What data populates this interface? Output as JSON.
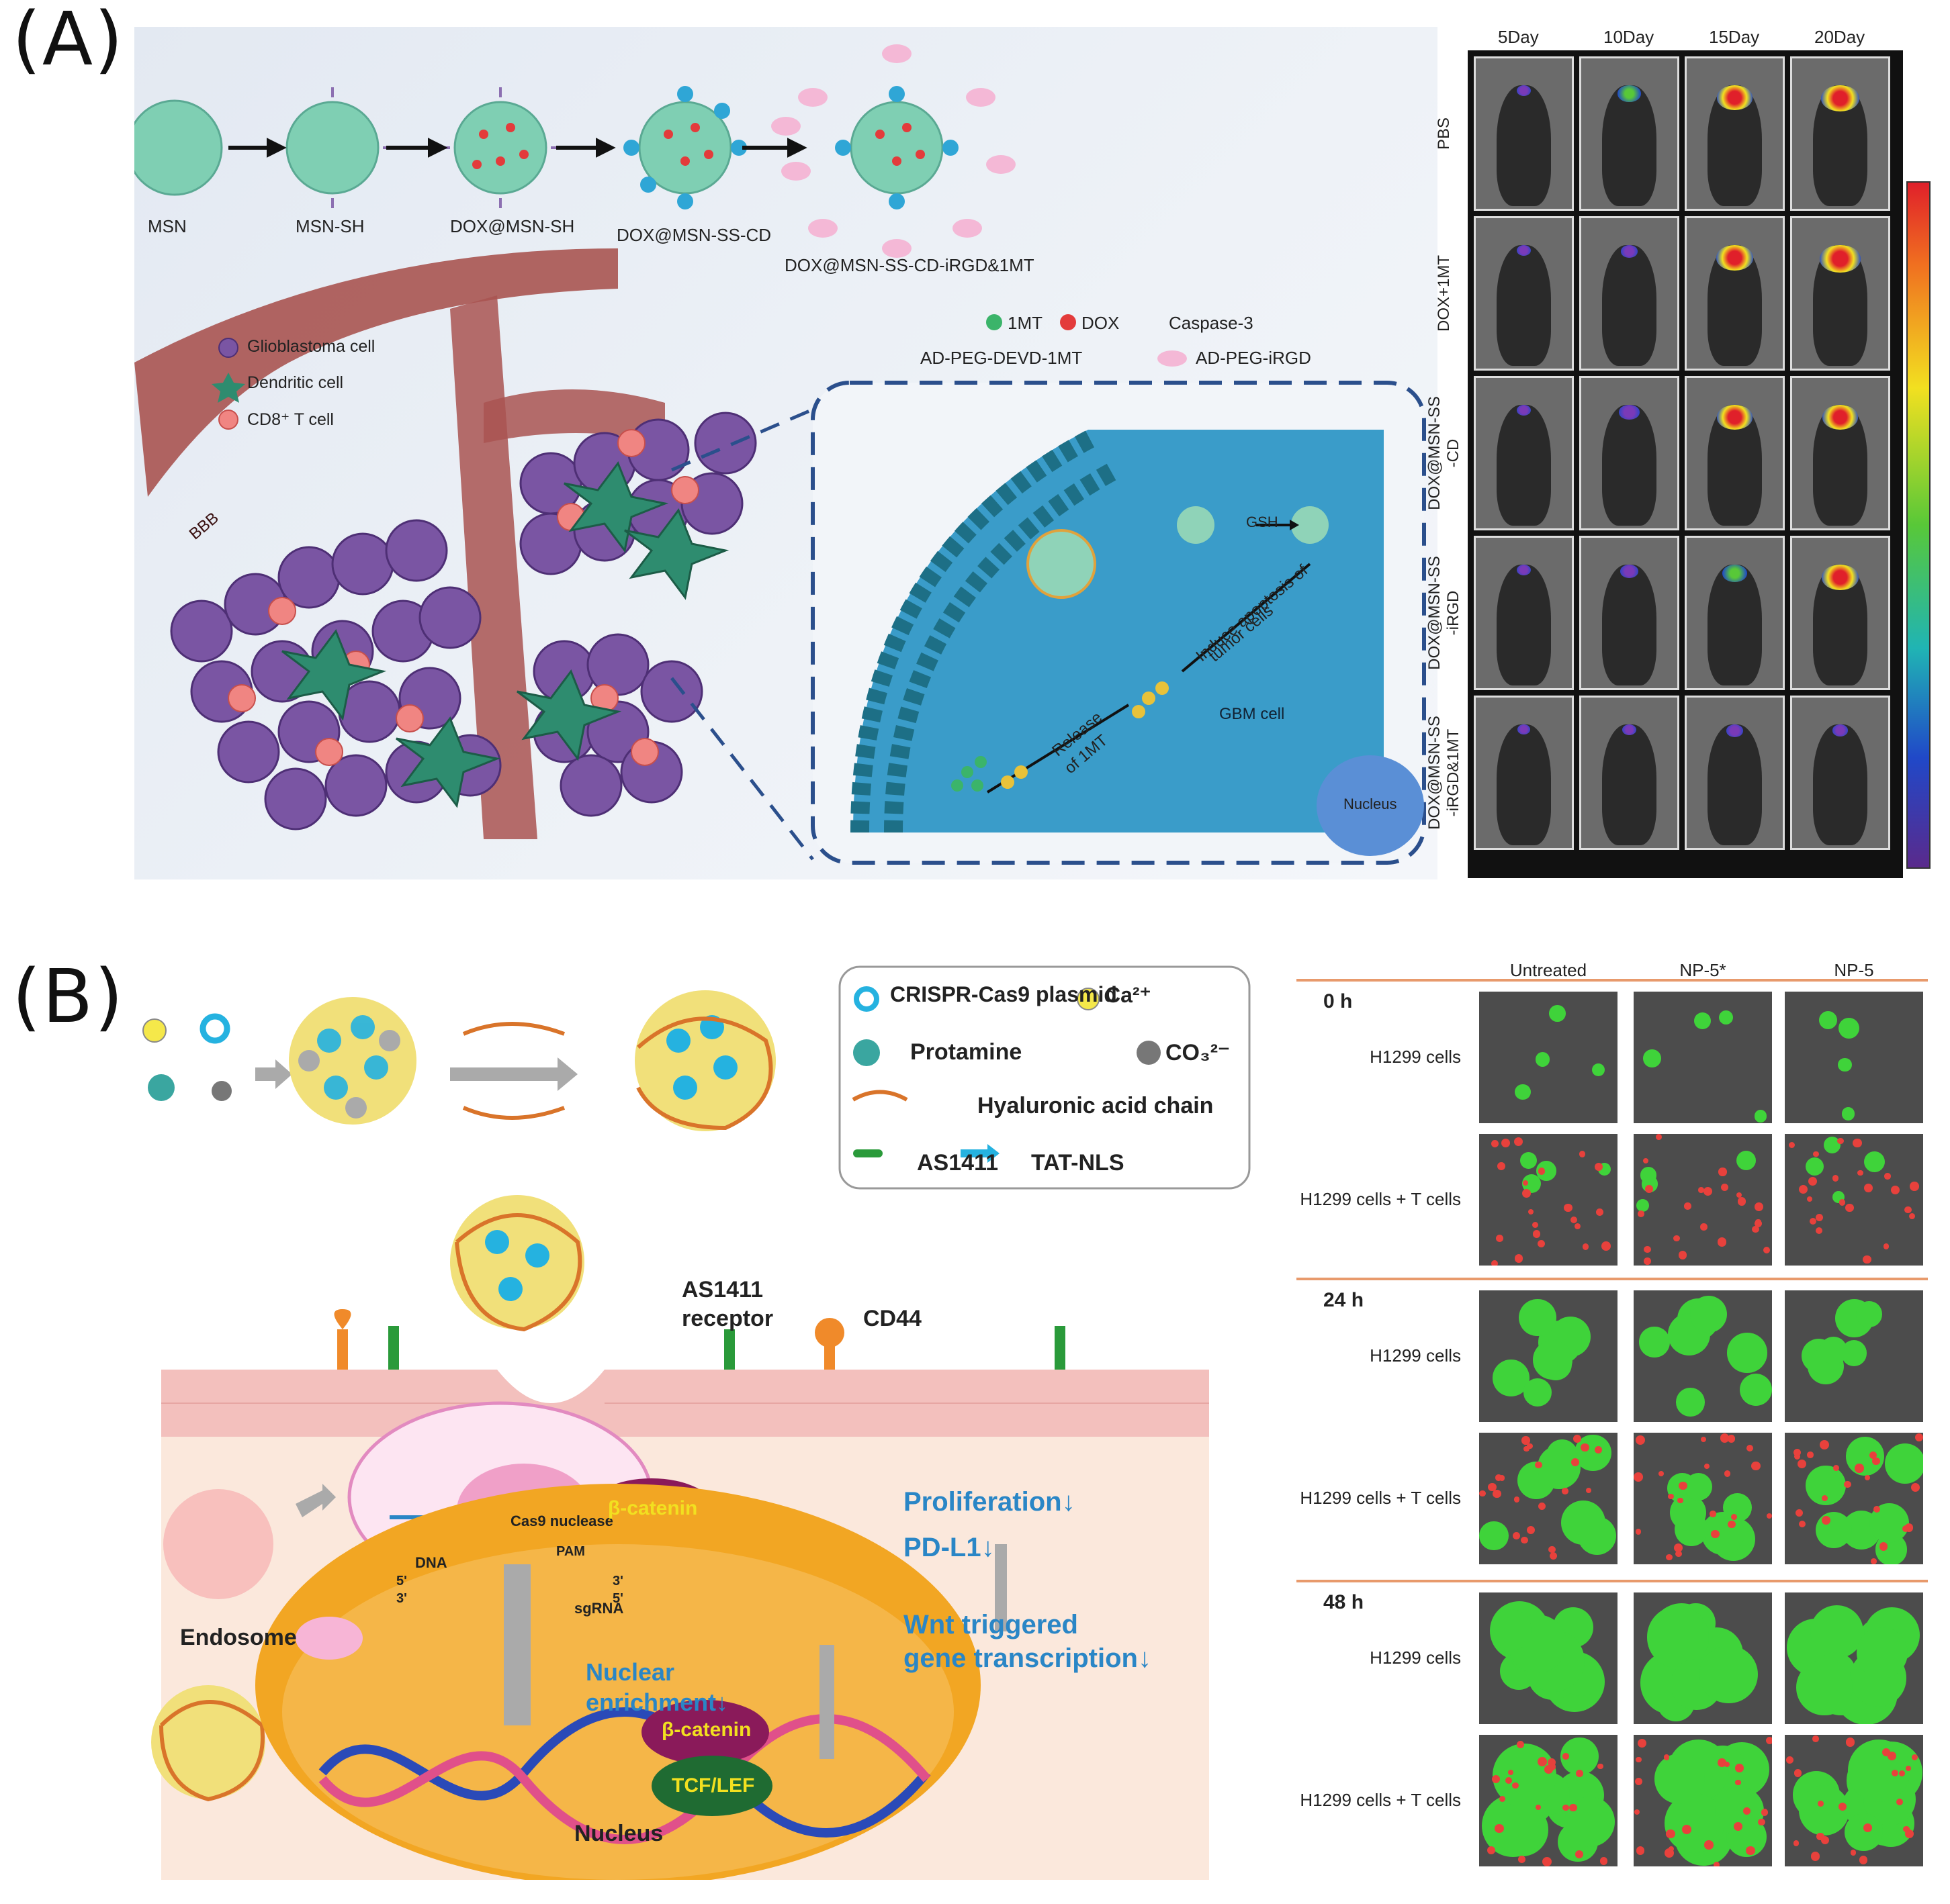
{
  "panels": {
    "a": {
      "letter": "(A)",
      "synthesis": [
        "MSN",
        "MSN-SH",
        "DOX@MSN-SH",
        "DOX@MSN-SS-CD",
        "DOX@MSN-SS-CD-iRGD&1MT"
      ],
      "legend_cells": [
        "Glioblastoma cell",
        "Dendritic cell",
        "CD8⁺ T cell"
      ],
      "legend_mol": {
        "one_mt": "1MT",
        "dox": "DOX",
        "caspase": "Caspase-3",
        "devd": "AD-PEG-DEVD-1MT",
        "irgd": "AD-PEG-iRGD"
      },
      "bbb": "BBB",
      "inset": {
        "gsh": "GSH",
        "apoptosis_1": "Induce apoptosis of",
        "apoptosis_2": "tumor cells",
        "release_1": "Release",
        "release_2": "of 1MT",
        "gbm": "GBM cell",
        "nucleus": "Nucleus"
      },
      "imaging": {
        "days": [
          "5Day",
          "10Day",
          "15Day",
          "20Day"
        ],
        "rows": [
          "PBS",
          "DOX+1MT",
          "DOX@MSN-SS\n-CD",
          "DOX@MSN-SS\n-iRGD",
          "DOX@MSN-SS\n-iRGD&1MT"
        ],
        "signal_levels": [
          [
            0.1,
            0.4,
            0.85,
            0.95
          ],
          [
            0.1,
            0.2,
            0.9,
            1.0
          ],
          [
            0.1,
            0.3,
            0.85,
            0.85
          ],
          [
            0.1,
            0.25,
            0.45,
            0.9
          ],
          [
            0.05,
            0.1,
            0.2,
            0.15
          ]
        ]
      }
    },
    "b": {
      "letter": "(B)",
      "legend": {
        "plasmid": "CRISPR-Cas9 plasmid",
        "ca": "Ca²⁺",
        "protamine": "Protamine",
        "co3": "CO₃²⁻",
        "ha": "Hyaluronic acid chain",
        "as1411": "AS1411",
        "tat": "TAT-NLS"
      },
      "membrane": {
        "receptor_1": "AS1411",
        "receptor_2": "receptor",
        "cd44": "CD44"
      },
      "cell": {
        "endosome": "Endosome",
        "cas9": "Cas9 nuclease",
        "pam": "PAM",
        "dna": "DNA",
        "sgrna": "sgRNA",
        "five": "5'",
        "three": "3'",
        "nuclear_1": "Nuclear",
        "nuclear_2": "enrichment↓",
        "beta": "β-catenin",
        "tcf": "TCF/LEF",
        "nucleus": "Nucleus"
      },
      "effects": {
        "prolif": "Proliferation↓",
        "pdl1": "PD-L1↓",
        "wnt_1": "Wnt triggered",
        "wnt_2": "gene transcription↓"
      },
      "micro": {
        "columns": [
          "Untreated",
          "NP-5*",
          "NP-5"
        ],
        "times": [
          "0 h",
          "24 h",
          "48 h"
        ],
        "rows": [
          "H1299 cells",
          "H1299 cells + T cells"
        ]
      }
    }
  }
}
